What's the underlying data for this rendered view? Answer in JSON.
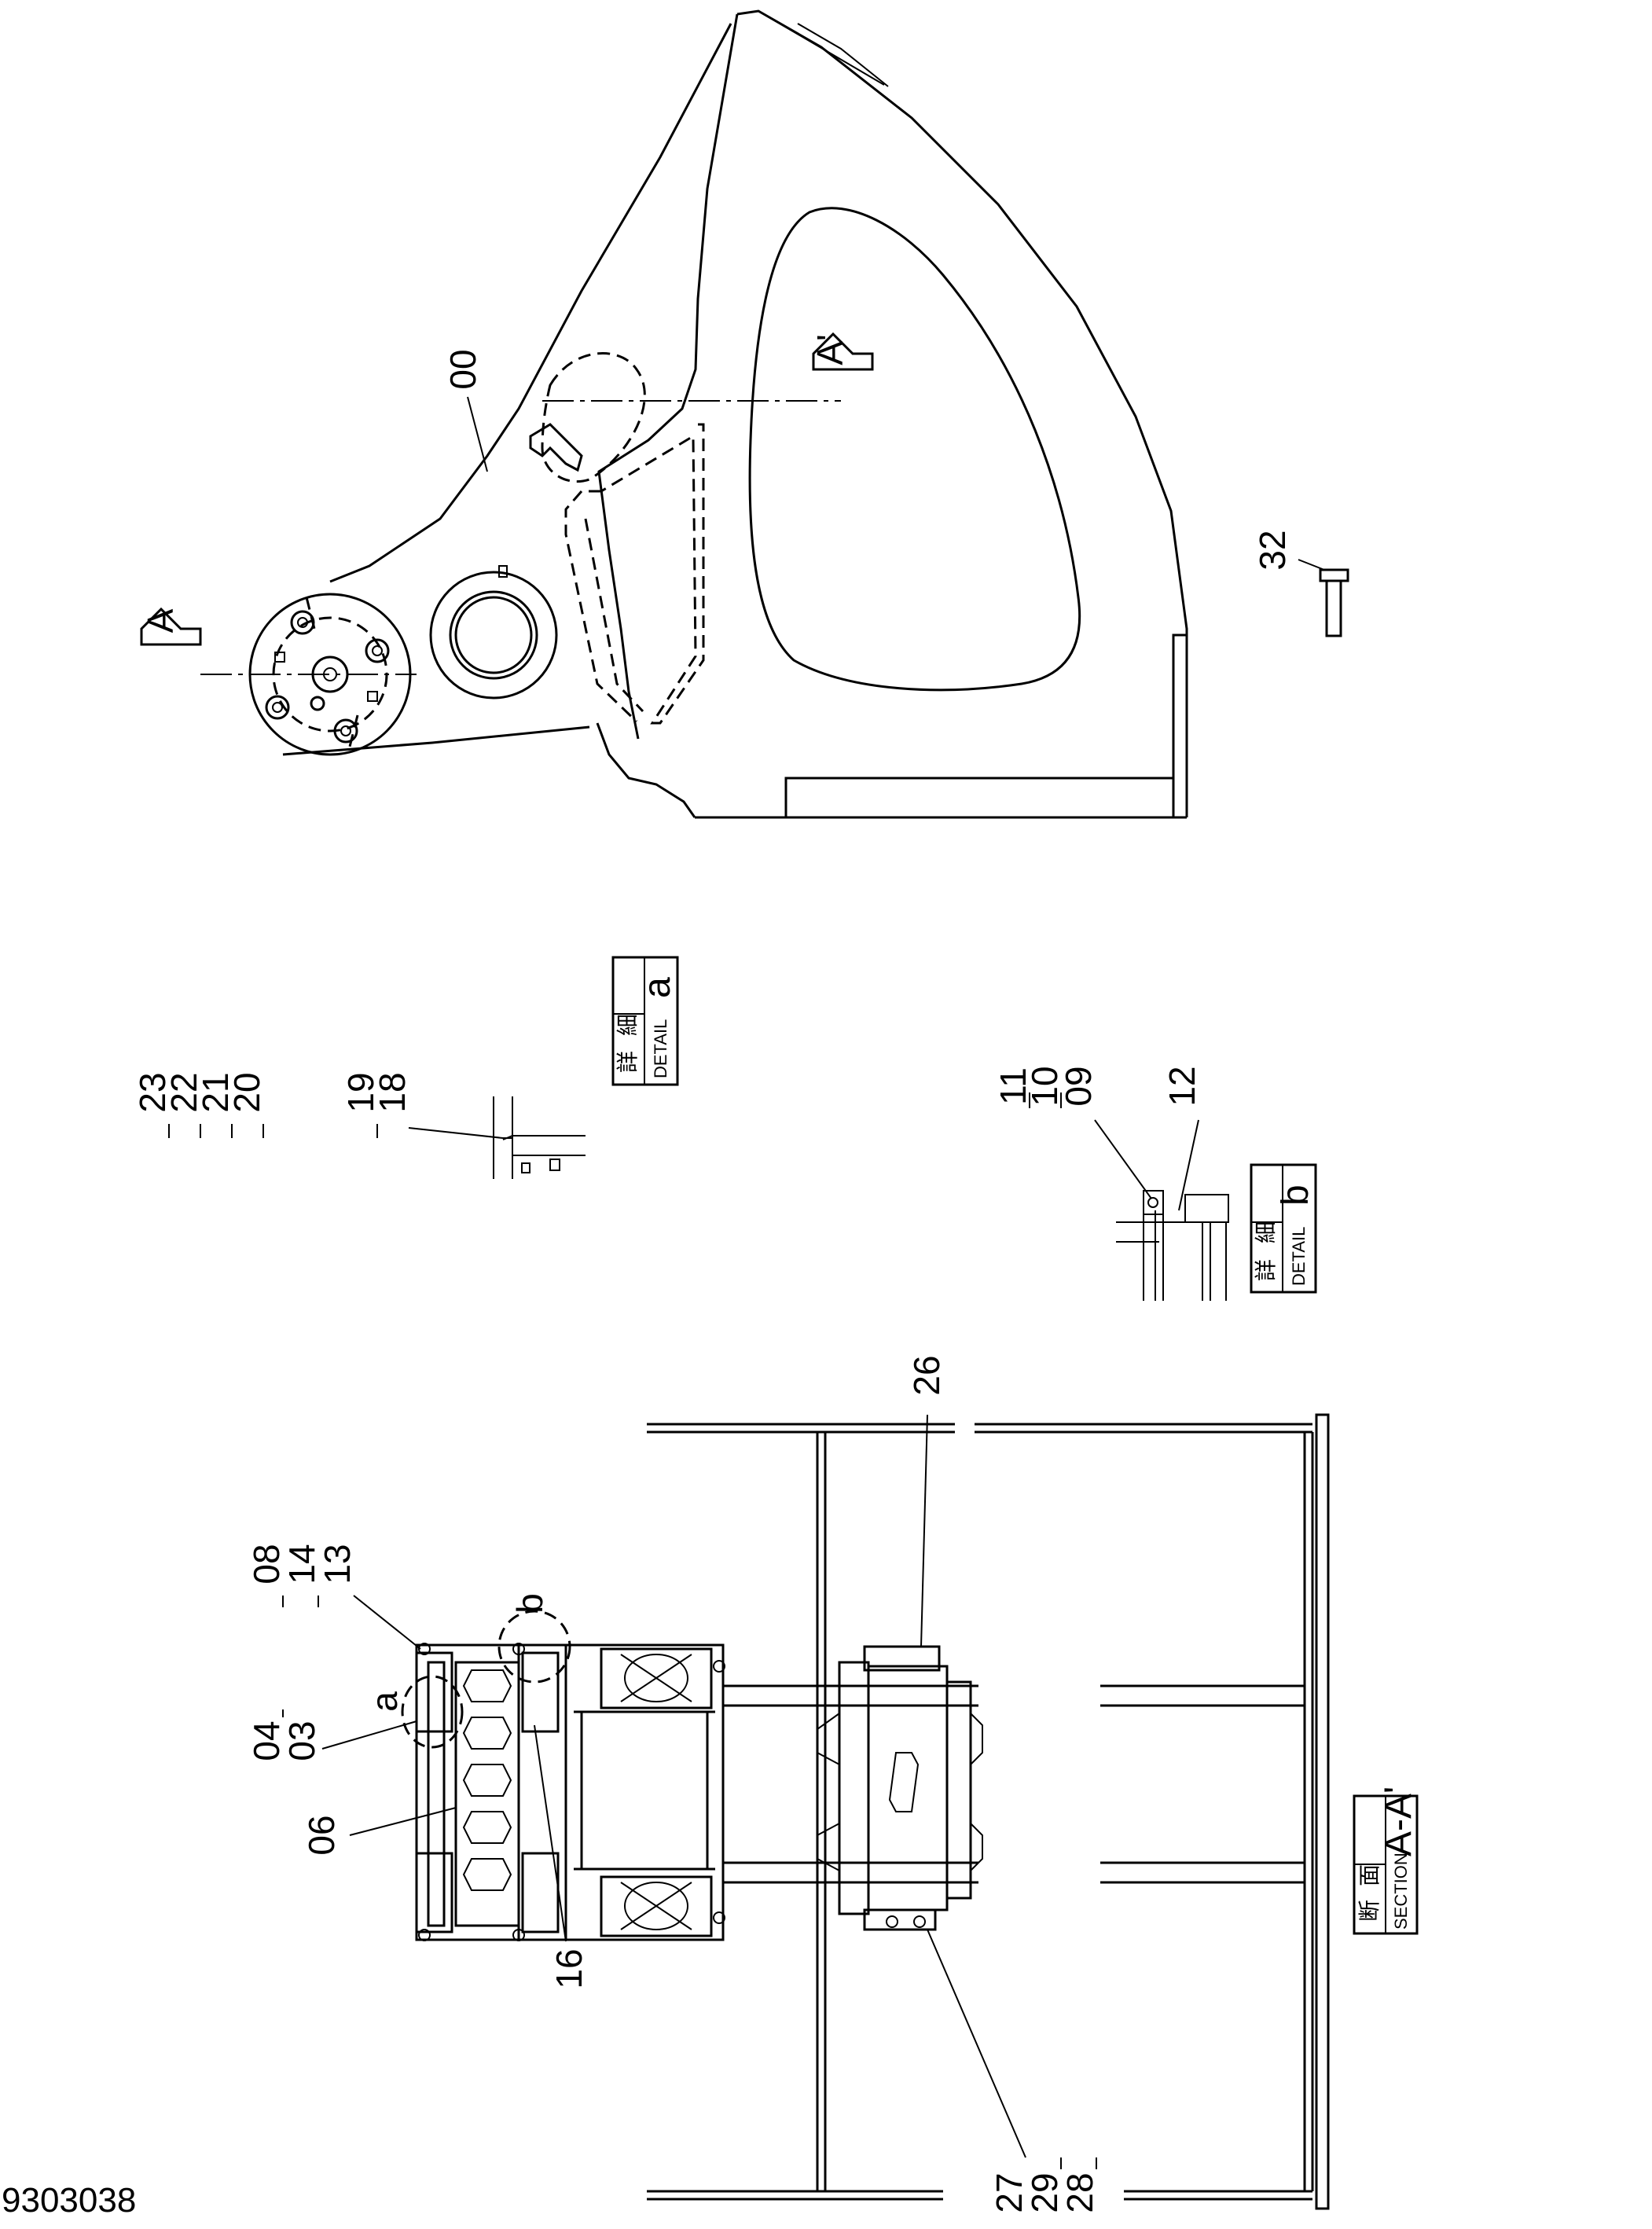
{
  "document_number": "9303038",
  "section_markers": {
    "a_start": "A",
    "a_end": "A'"
  },
  "part_labels": {
    "p00": "00",
    "p32": "32",
    "p26": "26",
    "p23": "23",
    "p22": "22",
    "p21": "21",
    "p20": "20",
    "p19": "19",
    "p18": "18",
    "p11": "11",
    "p10": "10",
    "p09": "09",
    "p12": "12",
    "p08": "08",
    "p14": "14",
    "p13": "13",
    "p04": "04",
    "p03": "03",
    "p06": "06",
    "p16": "16",
    "p27": "27",
    "p29": "29",
    "p28": "28"
  },
  "callouts": {
    "a": "a",
    "b": "b"
  },
  "detail_a": {
    "jp1": "詳",
    "jp2": "細",
    "en": "DETAIL",
    "id": "a"
  },
  "detail_b": {
    "jp1": "詳",
    "jp2": "細",
    "en": "DETAIL",
    "id": "b"
  },
  "section_box": {
    "jp1": "断",
    "jp2": "面",
    "en": "SECTION",
    "id": "A-A'"
  },
  "dashes": "-"
}
